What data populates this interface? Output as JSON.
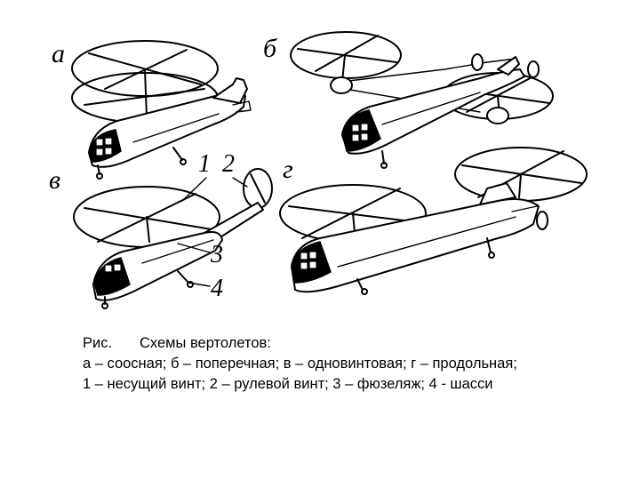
{
  "figure": {
    "labels": {
      "a": "а",
      "b": "б",
      "v": "в",
      "g": "г"
    },
    "callouts": {
      "n1": "1",
      "n2": "2",
      "n3": "3",
      "n4": "4"
    }
  },
  "caption": {
    "prefix": "Рис.",
    "title": "Схемы вертолетов:",
    "line2": "а – соосная; б – поперечная; в – одновинтовая; г – продольная;",
    "line3": "1 – несущий винт; 2 – рулевой винт; 3 – фюзеляж; 4 - шасси"
  }
}
